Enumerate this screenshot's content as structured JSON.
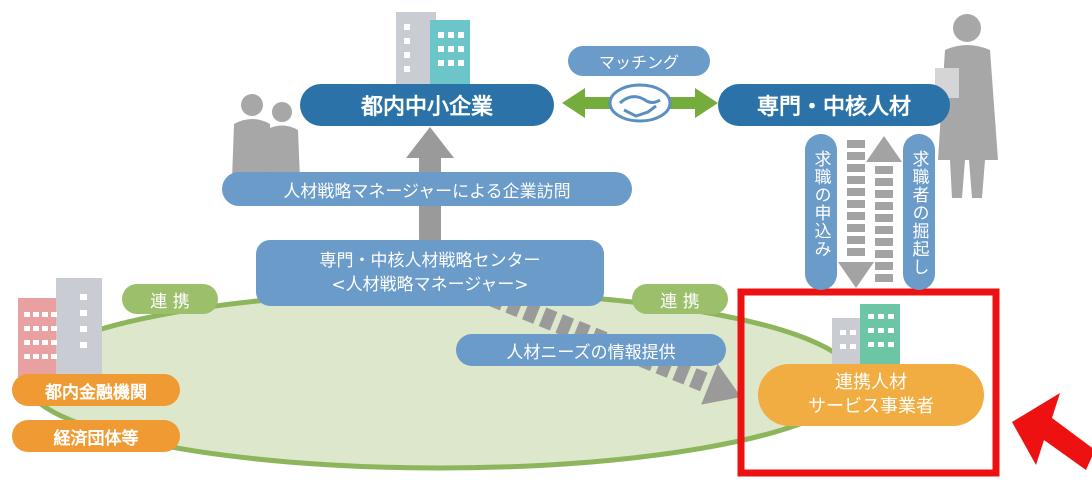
{
  "nodes": {
    "sme": "都内中小企業",
    "talent": "専門・中核人材",
    "matching": "マッチング",
    "visit": "人材戦略マネージャーによる企業訪問",
    "center_line1": "専門・中核人材戦略センター",
    "center_line2": "<人材戦略マネージャー>",
    "link_left": "連 携",
    "link_right": "連 携",
    "info": "人材ニーズの情報提供",
    "finance": "都内金融機関",
    "economic": "経済団体等",
    "service_line1": "連携人材",
    "service_line2": "サービス事業者",
    "apply": "求職の申込み",
    "discover": "求職者の掘起し"
  },
  "colors": {
    "dark_blue": "#2b72a8",
    "light_blue": "#6a9bc9",
    "green": "#9bbf6a",
    "orange": "#ef9a33",
    "service_orange": "#f2ad42",
    "ellipse": "#dce7cc",
    "highlight_red": "#ee1111",
    "arrow_gray": "#9a9a9a",
    "arrow_green": "#74ad3b"
  },
  "icons": [
    "building-icon",
    "businesspeople-icon",
    "businessman-icon",
    "handshake-icon",
    "arrow-icon"
  ]
}
